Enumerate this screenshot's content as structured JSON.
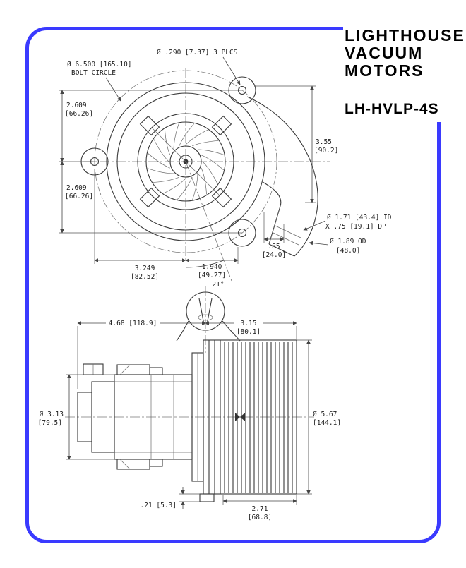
{
  "title": {
    "brand_line1": "LIGHTHOUSE",
    "brand_line2": "VACUUM",
    "brand_line3": "MOTORS",
    "model": "LH-HVLP-4S"
  },
  "top_view": {
    "holes_note": "Ø .290 [7.37] 3 PLCS",
    "bolt_dia": "Ø 6.500 [165.10]",
    "bolt_label": "BOLT CIRCLE",
    "upper_in": "2.609",
    "upper_mm": "[66.26]",
    "lower_in": "2.609",
    "lower_mm": "[66.26]",
    "height_in": "3.55",
    "height_mm": "[90.2]",
    "inlet_id": "Ø 1.71 [43.4] ID",
    "inlet_dp": "X .75 [19.1] DP",
    "od": "Ø 1.89 OD",
    "od_mm": "[48.0]",
    "off_in": ".85",
    "off_mm": "[24.0]",
    "h1_in": "3.249",
    "h1_mm": "[82.52]",
    "h2_in": "1.940",
    "h2_mm": "[49.27]",
    "angle": "21°"
  },
  "side_view": {
    "length": "4.68 [118.9]",
    "right_in": "3.15",
    "right_mm": "[80.1]",
    "body_in": "Ø 3.13",
    "body_mm": "[79.5]",
    "fan_in": "Ø 5.67",
    "fan_mm": "[144.1]",
    "stub": ".21 [5.3]",
    "fanlen_in": "2.71",
    "fanlen_mm": "[68.8]"
  },
  "colors": {
    "border": "#3a3aff",
    "line": "#3a3a3a",
    "text": "#111111"
  }
}
